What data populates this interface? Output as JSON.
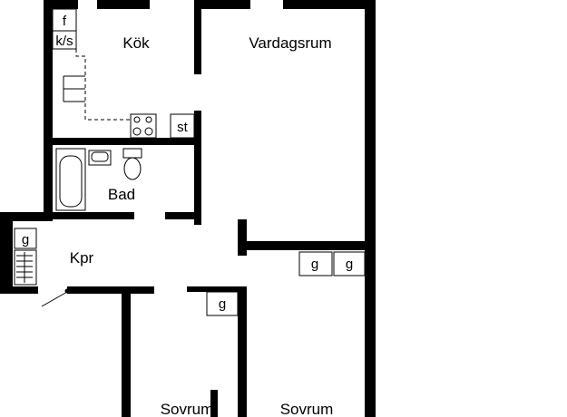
{
  "rooms": {
    "kok": "Kök",
    "vardagsrum": "Vardagsrum",
    "bad": "Bad",
    "kpr": "Kpr",
    "sovrum_1": "Sovrum",
    "sovrum_2": "Sovrum"
  },
  "fixtures": {
    "freezer": "f",
    "fridge_freezer": "k/s",
    "storage": "st",
    "wardrobe_hall": "g",
    "wardrobe_living_1": "g",
    "wardrobe_living_2": "g",
    "wardrobe_bedroom": "g"
  },
  "colors": {
    "wall": "#000000",
    "background": "#ffffff"
  }
}
